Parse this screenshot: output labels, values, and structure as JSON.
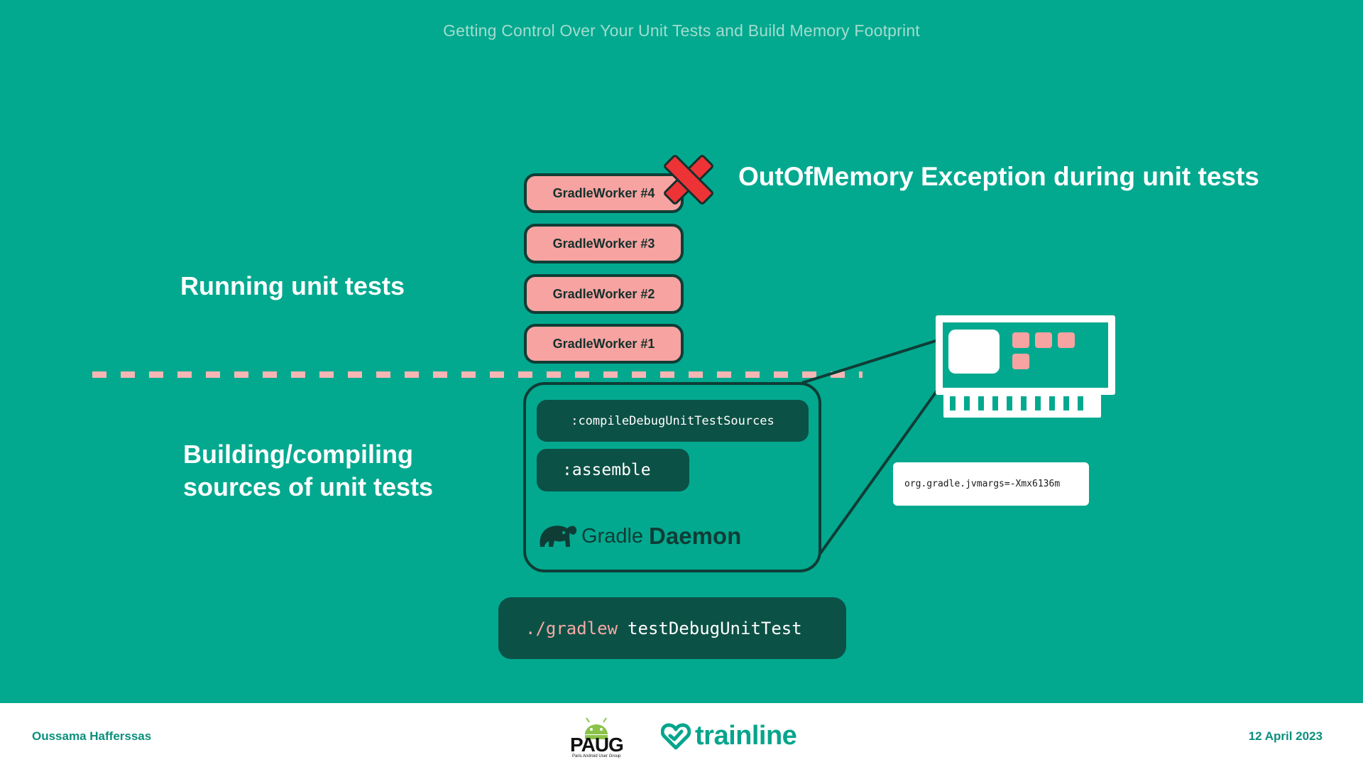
{
  "slide": {
    "title": "Getting Control Over Your Unit Tests and Build Memory Footprint"
  },
  "sections": {
    "running": "Running unit tests",
    "building_line1": "Building/compiling",
    "building_line2": "sources of unit tests"
  },
  "error": {
    "title": "OutOfMemory Exception during unit tests"
  },
  "workers": [
    "GradleWorker #4",
    "GradleWorker #3",
    "GradleWorker #2",
    "GradleWorker #1"
  ],
  "daemon": {
    "tasks": [
      ":compileDebugUnitTestSources",
      ":assemble"
    ],
    "logo_gradle": "Gradle",
    "logo_daemon": "Daemon"
  },
  "command": {
    "prefix": "./gradlew",
    "args": "testDebugUnitTest"
  },
  "memory": {
    "jvm_args": "org.gradle.jvmargs=-Xmx6136m"
  },
  "footer": {
    "presenter": "Oussama Hafferssas",
    "date": "12 April 2023",
    "paug_logo_text": "PAUG",
    "paug_logo_subtext": "Paris Android User Group",
    "trainline_logo_text": "trainline"
  },
  "colors": {
    "background": "#02a98f",
    "worker_fill": "#f7a3a1",
    "dark_teal": "#0c5146",
    "outline": "#0f3d36",
    "accent_red": "#ee3337",
    "brand_green": "#05a58c"
  }
}
